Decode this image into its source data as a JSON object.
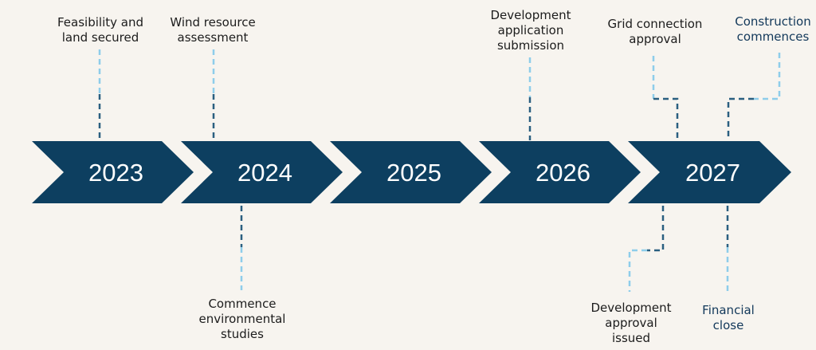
{
  "years": [
    "2023",
    "2024",
    "2025",
    "2026",
    "2027"
  ],
  "milestones": [
    {
      "id": "feasibility",
      "text": "Feasibility and\nland secured"
    },
    {
      "id": "wind",
      "text": "Wind resource\nassessment"
    },
    {
      "id": "devapp",
      "text": "Development\napplication\nsubmission"
    },
    {
      "id": "grid",
      "text": "Grid connection\napproval"
    },
    {
      "id": "construction",
      "text": "Construction\ncommences"
    },
    {
      "id": "environmental",
      "text": "Commence\nenvironmental\nstudies"
    },
    {
      "id": "devapproval",
      "text": "Development\napproval\nissued"
    },
    {
      "id": "financial",
      "text": "Financial\nclose"
    }
  ],
  "colors": {
    "chevron": "#0d3f60",
    "connector_light": "#8ecdea",
    "connector_dark": "#2a5f80",
    "label_accent": "#12385a",
    "background": "#f7f4ef"
  }
}
